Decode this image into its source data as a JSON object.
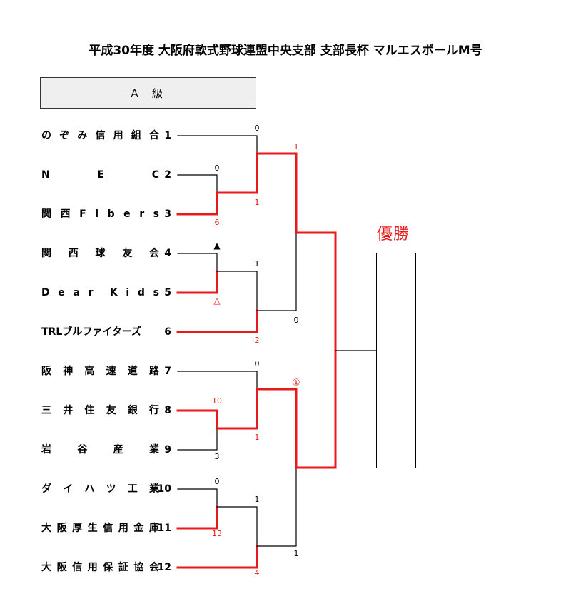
{
  "title": "平成30年度 大阪府軟式野球連盟中央支部 支部長杯 マルエスボールM号",
  "class_label": "Ａ 級",
  "winner_label": "優勝",
  "colors": {
    "win": "#e8191b",
    "line": "#000000"
  },
  "teams": [
    {
      "name": "のぞみ信用組合",
      "num": "1"
    },
    {
      "name": "N　　E　　C",
      "num": "2"
    },
    {
      "name": "関西Fibers",
      "num": "3"
    },
    {
      "name": "関　西　球　友　会",
      "num": "4"
    },
    {
      "name": "Dear Kids",
      "num": "5"
    },
    {
      "name": "TRLブルファイターズ",
      "num": "6"
    },
    {
      "name": "阪神高速道路",
      "num": "7"
    },
    {
      "name": "三井住友銀行",
      "num": "8"
    },
    {
      "name": "岩　谷　産　業",
      "num": "9"
    },
    {
      "name": "ダイハツ工業",
      "num": "10"
    },
    {
      "name": "大阪厚生信用金庫",
      "num": "11"
    },
    {
      "name": "大阪信用保証協会",
      "num": "12"
    }
  ],
  "scores": {
    "r1a_top": "0",
    "r1a_bot": "6",
    "r1b_top": "▲",
    "r1b_bot": "△",
    "r1c_top": "10",
    "r1c_bot": "3",
    "r1d_top": "0",
    "r1d_bot": "13",
    "r2a_top": "0",
    "r2a_bot": "1",
    "r2b_top": "1",
    "r2b_bot": "2",
    "r2c_top": "0",
    "r2c_bot": "1",
    "r2d_top": "1",
    "r2d_bot": "4",
    "sfa_top": "1",
    "sfa_bot": "0",
    "sfb_top": "①",
    "sfb_bot": "1"
  }
}
